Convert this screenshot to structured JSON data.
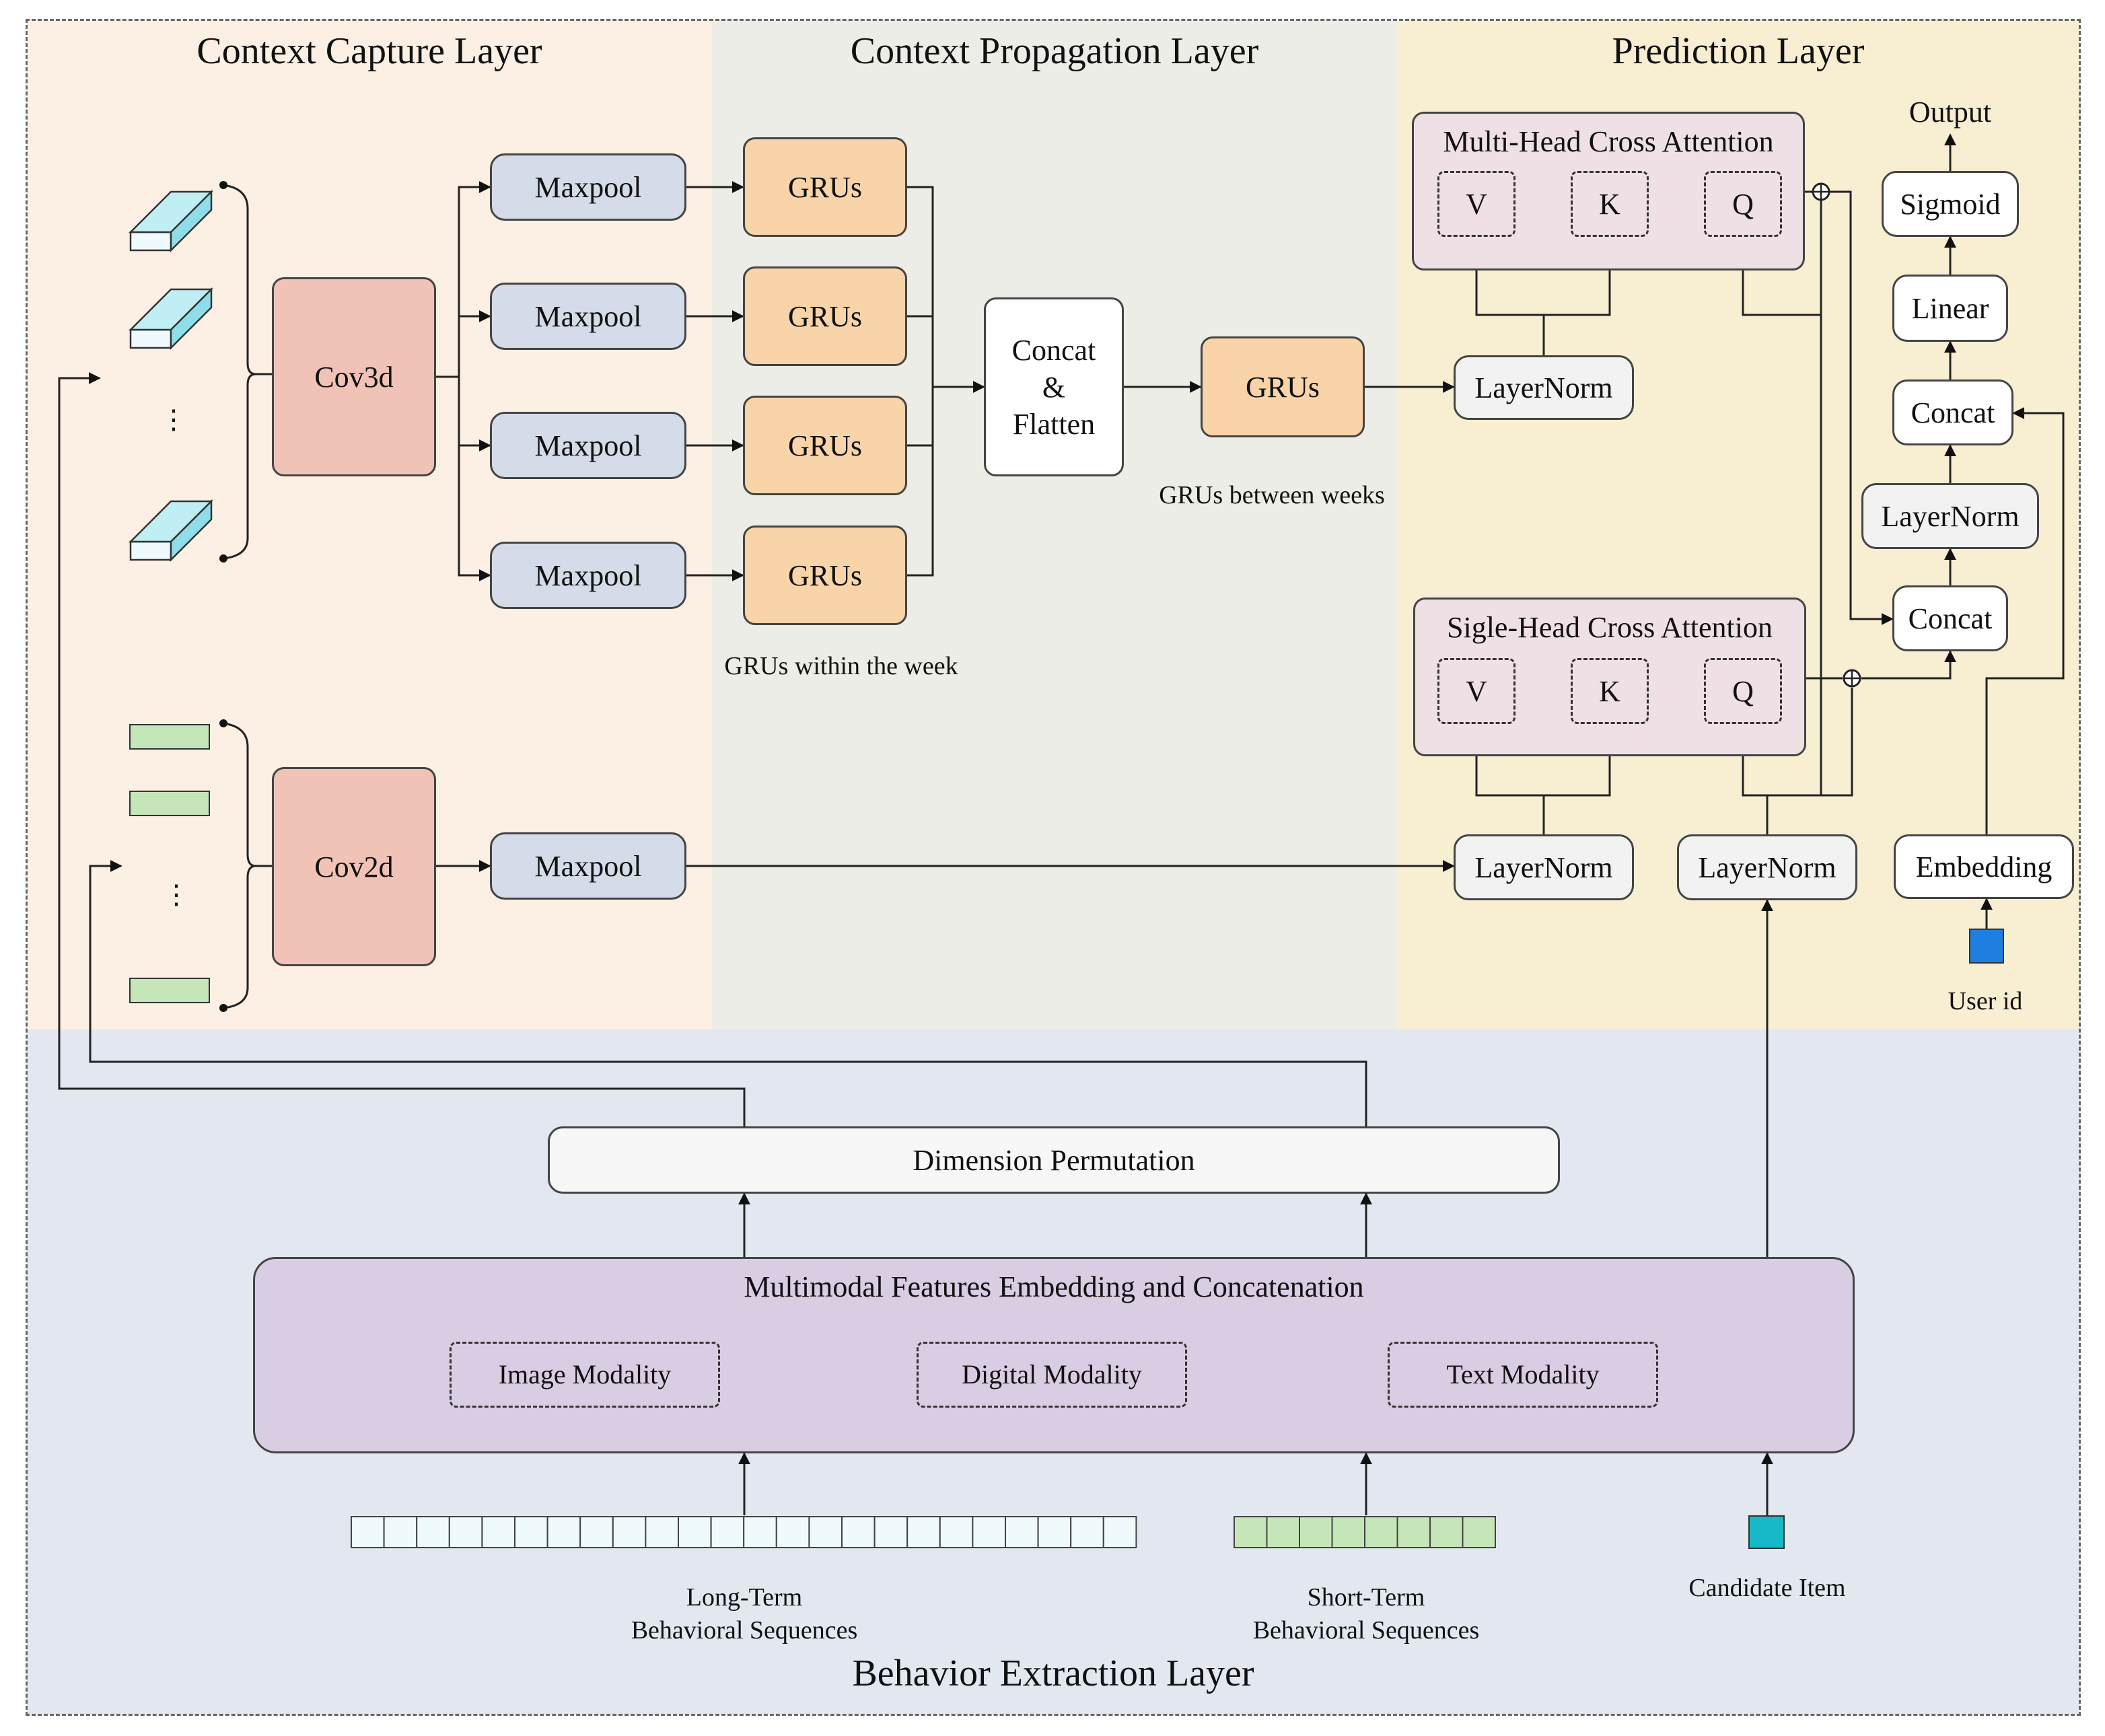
{
  "layers": {
    "context_capture": "Context Capture Layer",
    "context_propagation": "Context Propagation Layer",
    "prediction": "Prediction Layer",
    "behavior_extraction": "Behavior Extraction Layer"
  },
  "capture": {
    "cov3d": "Cov3d",
    "cov2d": "Cov2d",
    "maxpool": "Maxpool",
    "ellipsis": "⋮"
  },
  "propagation": {
    "grus": "GRUs",
    "concat_flatten": "Concat\n&\nFlatten",
    "grus_within_week": "GRUs within the week",
    "grus_between_weeks": "GRUs between weeks"
  },
  "prediction": {
    "multi_head": "Multi-Head Cross Attention",
    "single_head": "Sigle-Head Cross Attention",
    "v": "V",
    "k": "K",
    "q": "Q",
    "layernorm": "LayerNorm",
    "concat": "Concat",
    "linear": "Linear",
    "sigmoid": "Sigmoid",
    "output": "Output",
    "embedding": "Embedding",
    "user_id": "User id",
    "oplus": "⊕"
  },
  "extraction": {
    "dimension_permutation": "Dimension Permutation",
    "multimodal": "Multimodal Features Embedding and Concatenation",
    "image_modality": "Image Modality",
    "digital_modality": "Digital Modality",
    "text_modality": "Text Modality",
    "long_term": "Long-Term\nBehavioral Sequences",
    "short_term": "Short-Term\nBehavioral Sequences",
    "candidate_item": "Candidate Item"
  },
  "colors": {
    "capture_bg": "#fcefe3",
    "propagation_bg": "#ecede6",
    "prediction_bg": "#f8efd3",
    "extraction_bg": "#e3e8f0",
    "user_id_square": "#1f7fe0",
    "candidate_square": "#17b8c8",
    "short_term_cells": "#c5e6b8",
    "long_term_cells": "#eefafb"
  }
}
